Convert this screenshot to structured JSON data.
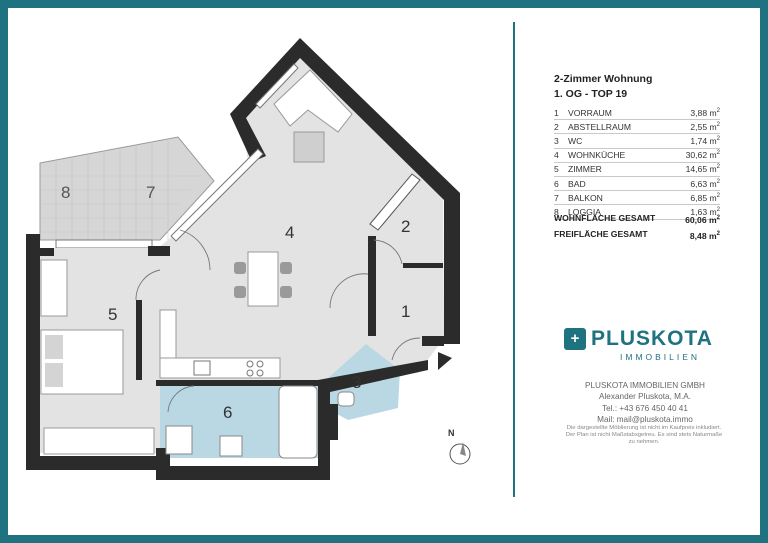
{
  "plan": {
    "room_labels": [
      "1",
      "2",
      "3",
      "4",
      "5",
      "6",
      "7",
      "8"
    ],
    "north_label": "N",
    "colors": {
      "wall": "#2b2b2b",
      "floor": "#e3e3e3",
      "wet": "#b9d8e3",
      "balcony": "#d6d6d6",
      "accent": "#1f7280"
    }
  },
  "info": {
    "title": "2-Zimmer Wohnung",
    "subtitle": "1. OG - TOP 19",
    "rooms": [
      {
        "num": "1",
        "name": "VORRAUM",
        "area": "3,88 m",
        "unit_exp": "2"
      },
      {
        "num": "2",
        "name": "ABSTELLRAUM",
        "area": "2,55 m",
        "unit_exp": "2"
      },
      {
        "num": "3",
        "name": "WC",
        "area": "1,74 m",
        "unit_exp": "2"
      },
      {
        "num": "4",
        "name": "WOHNKÜCHE",
        "area": "30,62 m",
        "unit_exp": "2"
      },
      {
        "num": "5",
        "name": "ZIMMER",
        "area": "14,65 m",
        "unit_exp": "2"
      },
      {
        "num": "6",
        "name": "BAD",
        "area": "6,63 m",
        "unit_exp": "2"
      },
      {
        "num": "7",
        "name": "BALKON",
        "area": "6,85 m",
        "unit_exp": "2"
      },
      {
        "num": "8",
        "name": "LOGGIA",
        "area": "1,63 m",
        "unit_exp": "2"
      }
    ],
    "total_living_label": "WOHNFLÄCHE GESAMT",
    "total_living_value": "60,06 m",
    "total_living_exp": "2",
    "total_outdoor_label": "FREIFLÄCHE GESAMT",
    "total_outdoor_value": "8,48 m",
    "total_outdoor_exp": "2"
  },
  "logo": {
    "mark": "+",
    "brand": "PLUSKOTA",
    "sub": "IMMOBILIEN"
  },
  "contact": {
    "company": "PLUSKOTA IMMOBILIEN GMBH",
    "person": "Alexander Pluskota, M.A.",
    "phone": "Tel.: +43 676 450 40 41",
    "mail": "Mail: mail@pluskota.immo",
    "disclaimer": "Die dargestellte Möblierung ist nicht im Kaufpreis inkludiert. Der Plan ist nicht Maßstabsgetreu. Es sind stets Naturmaße zu nehmen."
  }
}
